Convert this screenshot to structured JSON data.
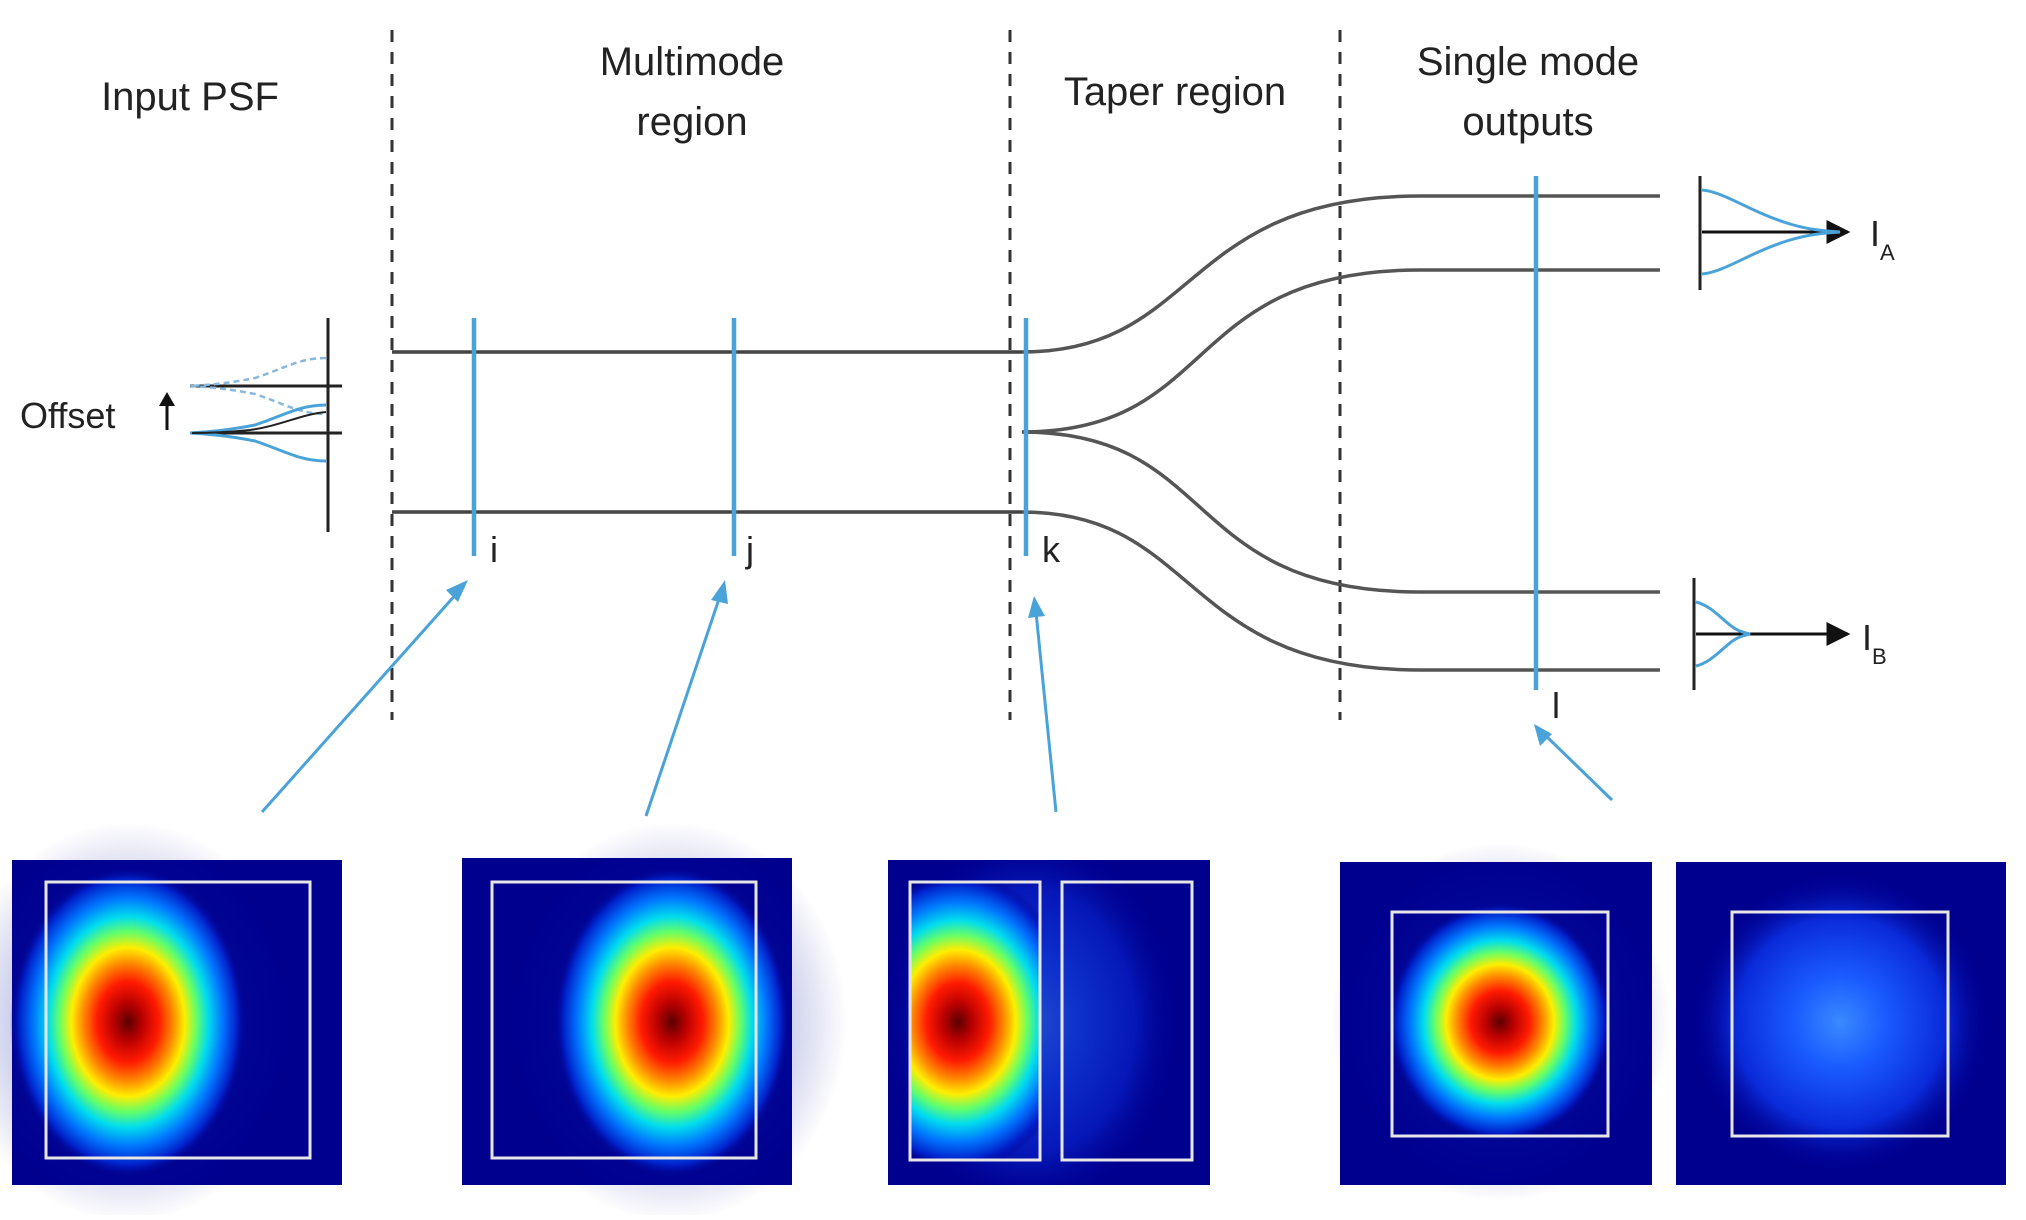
{
  "regions": {
    "input_psf": "Input PSF",
    "multimode_line1": "Multimode",
    "multimode_line2": "region",
    "taper": "Taper region",
    "single_mode_line1": "Single mode",
    "single_mode_line2": "outputs"
  },
  "offset_label": "Offset",
  "planes": {
    "i": "i",
    "j": "j",
    "k": "k",
    "l": "l"
  },
  "outputs": {
    "a_main": "I",
    "a_sub": "A",
    "b_main": "I",
    "b_sub": "B"
  },
  "colors": {
    "guide": "#444444",
    "plane": "#4aa3d8",
    "divider": "#333333",
    "map_background": "#00008f",
    "map_frame": "#e6e6e6"
  }
}
